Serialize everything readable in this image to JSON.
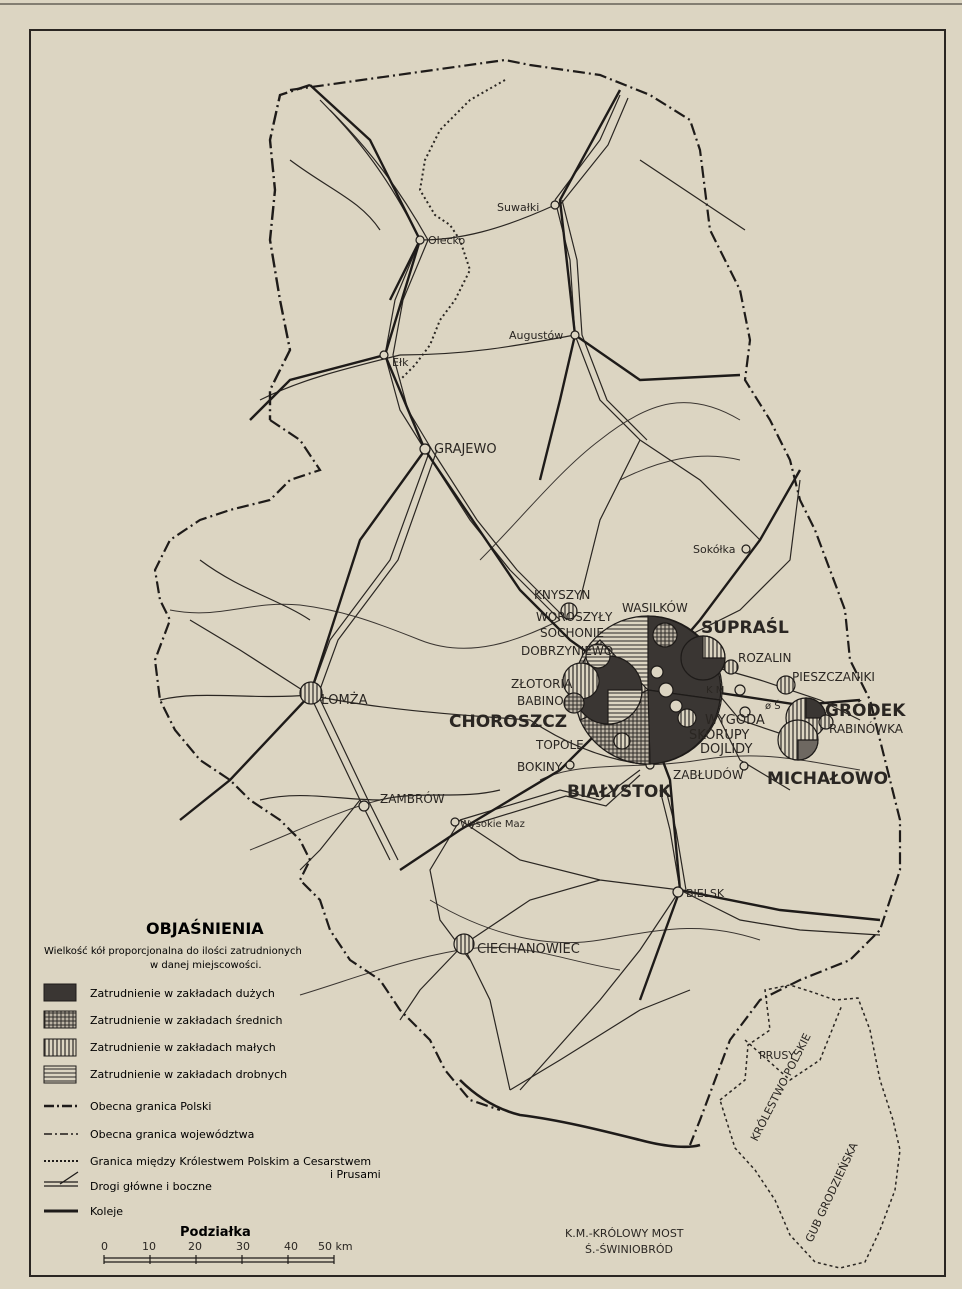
{
  "legend": {
    "title": "OBJAŚNIENIA",
    "note_line1": "Wielkość kół proporcjonalna do ilości zatrudnionych",
    "note_line2": "w danej miejscowości.",
    "items": [
      {
        "label": "Zatrudnienie w zakładach dużych",
        "color": "#3a3633"
      },
      {
        "label": "Zatrudnienie w zakładach średnich",
        "color": "#6e6861"
      },
      {
        "label": "Zatrudnienie w zakładach małych",
        "color": "#9e968a"
      },
      {
        "label": "Zatrudnienie w zakładach drobnych",
        "color": "#c4bcae"
      },
      {
        "label": "Obecna granica Polski"
      },
      {
        "label": "Obecna granica województwa"
      },
      {
        "label": "Granica między Królestwem Polskim a Cesarstwem",
        "label2": "i Prusami"
      },
      {
        "label": "Drogi główne i boczne"
      },
      {
        "label": "Koleje"
      }
    ],
    "scale_title": "Podziałka",
    "scale_ticks": [
      "0",
      "10",
      "20",
      "30",
      "40",
      "50 km"
    ]
  },
  "abbrev": {
    "line1": "K.M.-KRÓLOWY MOST",
    "line2": "Ś.-ŚWINIOBRÓD",
    "km": "K M",
    "s": "ø Ś"
  },
  "inset": {
    "prusy": "PRUSY",
    "krolestwo": "KRÓLESTWO POLSKIE",
    "gub": "GUB GRODZIEŃSKA"
  },
  "places": {
    "suwalki": "Suwałki",
    "olecko": "Olecko",
    "augustow": "Augustów",
    "elk": "Ełk",
    "grajewo": "GRAJEWO",
    "sokolka": "Sokółka",
    "knyszyn": "KNYSZYN",
    "wasilkow": "WASILKÓW",
    "woroszyly": "WOROSZYŁY",
    "sochonie": "SOCHONIE",
    "suprasl": "SUPRAŚL",
    "dobrzyniewo": "DOBRZYNIEWO",
    "rozalin": "ROZALIN",
    "zlotoria": "ZŁOTORIA",
    "babino": "BABINO",
    "pieszczaniki": "PIESZCZANIKI",
    "grodek": "GRÓDEK",
    "rabinowka": "RABINÓWKA",
    "lomza": "ŁOMŻA",
    "choroszcz": "CHOROSZCZ",
    "wygoda": "WYGODA",
    "skorupy": "SKORUPY",
    "dojlidy": "DOJLIDY",
    "topole": "TOPOLE",
    "bokiny": "BOKINY",
    "zabludow": "ZABŁUDÓW",
    "michalowo": "MICHAŁOWO",
    "bialystok": "BIAŁYSTOK",
    "zambrow": "ZAMBRÓW",
    "wysokie": "Wysokie Maz",
    "bielsk": "BIELSK",
    "ciechanowiec": "CIECHANOWIEC"
  },
  "colors": {
    "paper": "#dcd5c2",
    "ink": "#2a2622",
    "large": "#3a3633",
    "medium": "#6e6861",
    "small": "#9e968a",
    "tiny": "#c4bcae"
  }
}
